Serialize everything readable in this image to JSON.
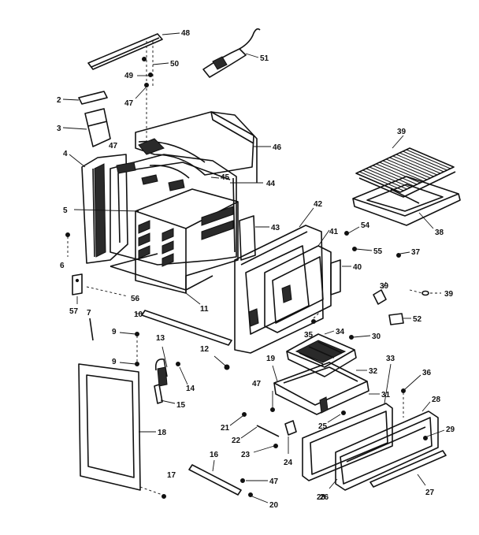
{
  "callouts": [
    {
      "id": "c48a",
      "text": "48"
    },
    {
      "id": "c50",
      "text": "50"
    },
    {
      "id": "c49",
      "text": "49"
    },
    {
      "id": "c51",
      "text": "51"
    },
    {
      "id": "c47a",
      "text": "47"
    },
    {
      "id": "c2",
      "text": "2"
    },
    {
      "id": "c3",
      "text": "3"
    },
    {
      "id": "c47b",
      "text": "47"
    },
    {
      "id": "c46",
      "text": "46"
    },
    {
      "id": "c4",
      "text": "4"
    },
    {
      "id": "c45",
      "text": "45"
    },
    {
      "id": "c44",
      "text": "44"
    },
    {
      "id": "c39a",
      "text": "39"
    },
    {
      "id": "c38",
      "text": "38"
    },
    {
      "id": "c5",
      "text": "5"
    },
    {
      "id": "c42",
      "text": "42"
    },
    {
      "id": "c43",
      "text": "43"
    },
    {
      "id": "c41",
      "text": "41"
    },
    {
      "id": "c54",
      "text": "54"
    },
    {
      "id": "c55",
      "text": "55"
    },
    {
      "id": "c37",
      "text": "37"
    },
    {
      "id": "c6",
      "text": "6"
    },
    {
      "id": "c40",
      "text": "40"
    },
    {
      "id": "c39b",
      "text": "39"
    },
    {
      "id": "c39c",
      "text": "39"
    },
    {
      "id": "c56",
      "text": "56"
    },
    {
      "id": "c57",
      "text": "57"
    },
    {
      "id": "c11",
      "text": "11"
    },
    {
      "id": "c52",
      "text": "52"
    },
    {
      "id": "c10",
      "text": "10"
    },
    {
      "id": "c7",
      "text": "7"
    },
    {
      "id": "c35",
      "text": "35"
    },
    {
      "id": "c34",
      "text": "34"
    },
    {
      "id": "c9a",
      "text": "9"
    },
    {
      "id": "c30",
      "text": "30"
    },
    {
      "id": "c13",
      "text": "13"
    },
    {
      "id": "c12",
      "text": "12"
    },
    {
      "id": "c19",
      "text": "19"
    },
    {
      "id": "c33",
      "text": "33"
    },
    {
      "id": "c9b",
      "text": "9"
    },
    {
      "id": "c32",
      "text": "32"
    },
    {
      "id": "c36",
      "text": "36"
    },
    {
      "id": "c14",
      "text": "14"
    },
    {
      "id": "c47c",
      "text": "47"
    },
    {
      "id": "c31",
      "text": "31"
    },
    {
      "id": "c15",
      "text": "15"
    },
    {
      "id": "c28a",
      "text": "28"
    },
    {
      "id": "c21",
      "text": "21"
    },
    {
      "id": "c25",
      "text": "25"
    },
    {
      "id": "c18",
      "text": "18"
    },
    {
      "id": "c22",
      "text": "22"
    },
    {
      "id": "c29",
      "text": "29"
    },
    {
      "id": "c23",
      "text": "23"
    },
    {
      "id": "c24",
      "text": "24"
    },
    {
      "id": "c16",
      "text": "16"
    },
    {
      "id": "c47d",
      "text": "47"
    },
    {
      "id": "c17",
      "text": "17"
    },
    {
      "id": "c28b",
      "text": "28"
    },
    {
      "id": "c26",
      "text": "26"
    },
    {
      "id": "c27",
      "text": "27"
    },
    {
      "id": "c20",
      "text": "20"
    }
  ]
}
